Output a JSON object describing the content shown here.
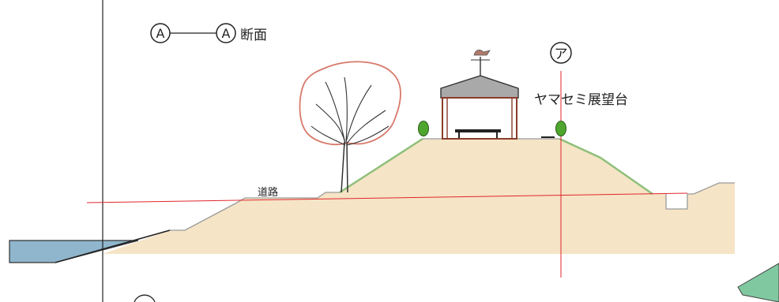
{
  "diagram": {
    "section_marker_left": "A",
    "section_marker_right": "A",
    "section_title": "断面",
    "point_marker": "ア",
    "observatory_label": "ヤマセミ展望台",
    "road_label": "道路"
  },
  "colors": {
    "ground_fill": "#f5e4c6",
    "water_fill": "#8fb6cc",
    "grass_edge": "#8fbf7a",
    "shrub_fill": "#4fa62e",
    "roof_fill": "#a9a9a9",
    "wall_wood": "#8a3b2a",
    "tree_outline": "#d8796b",
    "red_line": "#e0262b",
    "corner_green": "#80c9a0"
  }
}
